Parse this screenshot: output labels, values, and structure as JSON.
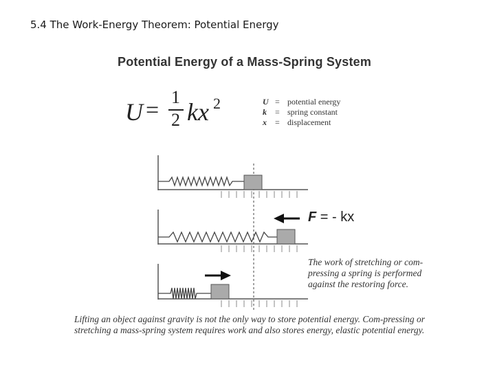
{
  "slide": {
    "title": "5.4 The Work-Energy Theorem: Potential Energy"
  },
  "figure": {
    "title": "Potential Energy of a Mass-Spring System",
    "formula": {
      "lhs": "U",
      "eq": "=",
      "num": "1",
      "den": "2",
      "rhs": "kx",
      "exp": "2"
    },
    "legend": [
      {
        "symbol": "U",
        "eq": "=",
        "meaning": "potential energy"
      },
      {
        "symbol": "k",
        "eq": "=",
        "meaning": "spring constant"
      },
      {
        "symbol": "x",
        "eq": "=",
        "meaning": "displacement"
      }
    ],
    "force_label": {
      "f": "F",
      "rest": " = - kx"
    },
    "side_note": "The work of stretching or com-pressing a spring is performed against the restoring force.",
    "caption": "Lifting an object against gravity is not the only way to store potential energy.  Com-pressing or stretching  a mass-spring system requires work and also stores energy, elastic potential energy."
  }
}
